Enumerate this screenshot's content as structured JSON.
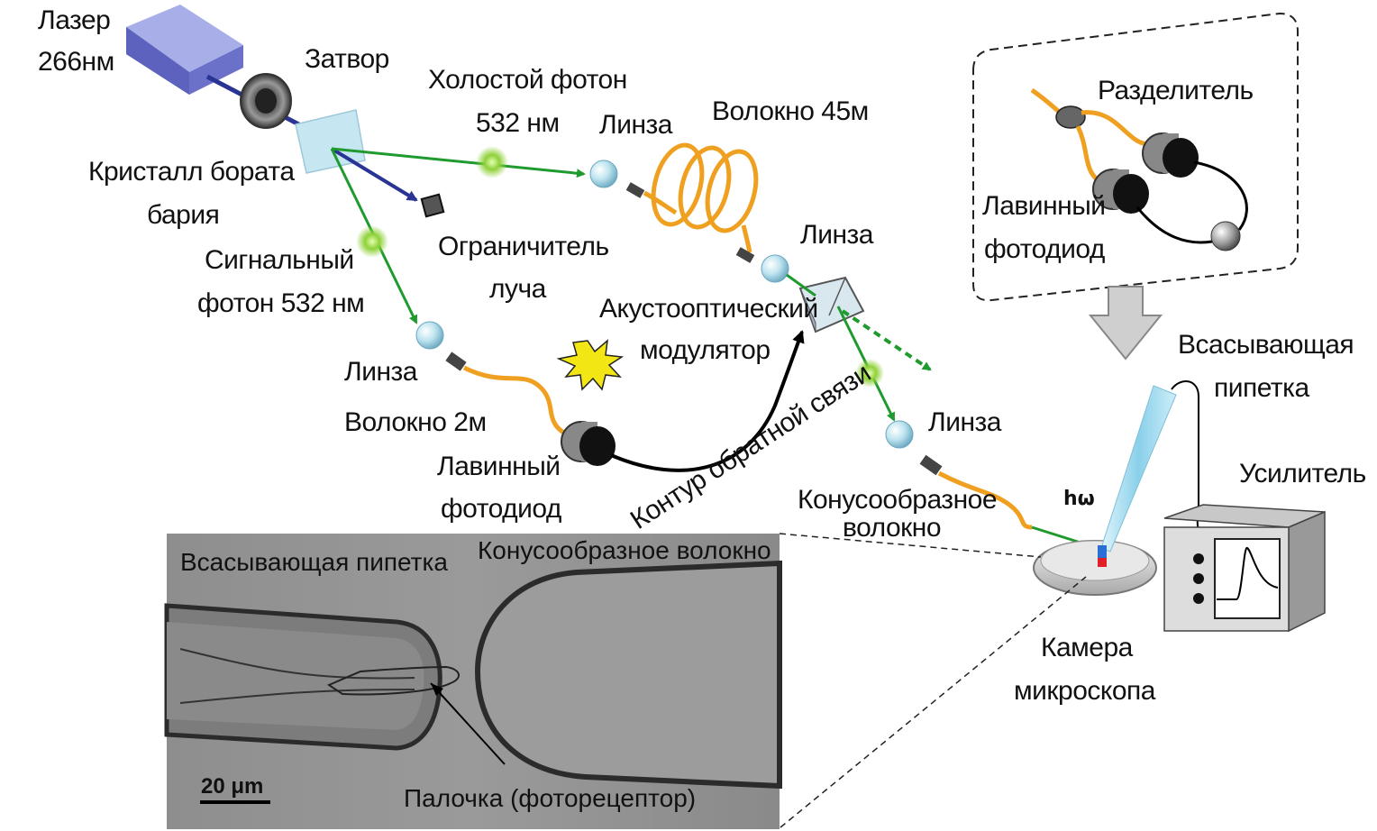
{
  "labels": {
    "laser_line1": "Лазер",
    "laser_line2": "266нм",
    "shutter": "Затвор",
    "crystal_line1": "Кристалл бората",
    "crystal_line2": "бария",
    "idler_line1": "Холостой фотон",
    "idler_line2": "532 нм",
    "lens_top": "Линза",
    "fiber_45m": "Волокно 45м",
    "beam_stop_line1": "Ограничитель",
    "beam_stop_line2": "луча",
    "signal_line1": "Сигнальный",
    "signal_line2": "фотон 532 нм",
    "lens_aom": "Линза",
    "aom_line1": "Акустооптический",
    "aom_line2": "модулятор",
    "lens_left": "Линза",
    "fiber_2m": "Волокно 2м",
    "apd_left_line1": "Лавинный",
    "apd_left_line2": "фотодиод",
    "feedback": "Контур обратной связи",
    "lens_right": "Линза",
    "tapered_line1": "Конусообразное",
    "tapered_line2": "волокно",
    "hw": "hω",
    "chamber_line1": "Камера",
    "chamber_line2": "микроскопа",
    "pipette_line1": "Всасывающая",
    "pipette_line2": "пипетка",
    "amplifier": "Усилитель",
    "splitter": "Разделитель",
    "apd_inset_line1": "Лавинный",
    "apd_inset_line2": "фотодиод"
  },
  "micrograph": {
    "pipette": "Всасывающая пипетка",
    "fiber": "Конусообразное волокно",
    "rod": "Палочка (фоторецептор)",
    "scale_bar": "20 μm"
  },
  "colors": {
    "laser": "#6b70c8",
    "uv_beam": "#2a3494",
    "green_beam": "#1f9a2e",
    "photon": "#8fd13a",
    "fiber": "#f0a020",
    "crystal": "#c6e6f2",
    "lens": "#bfe4f0"
  }
}
